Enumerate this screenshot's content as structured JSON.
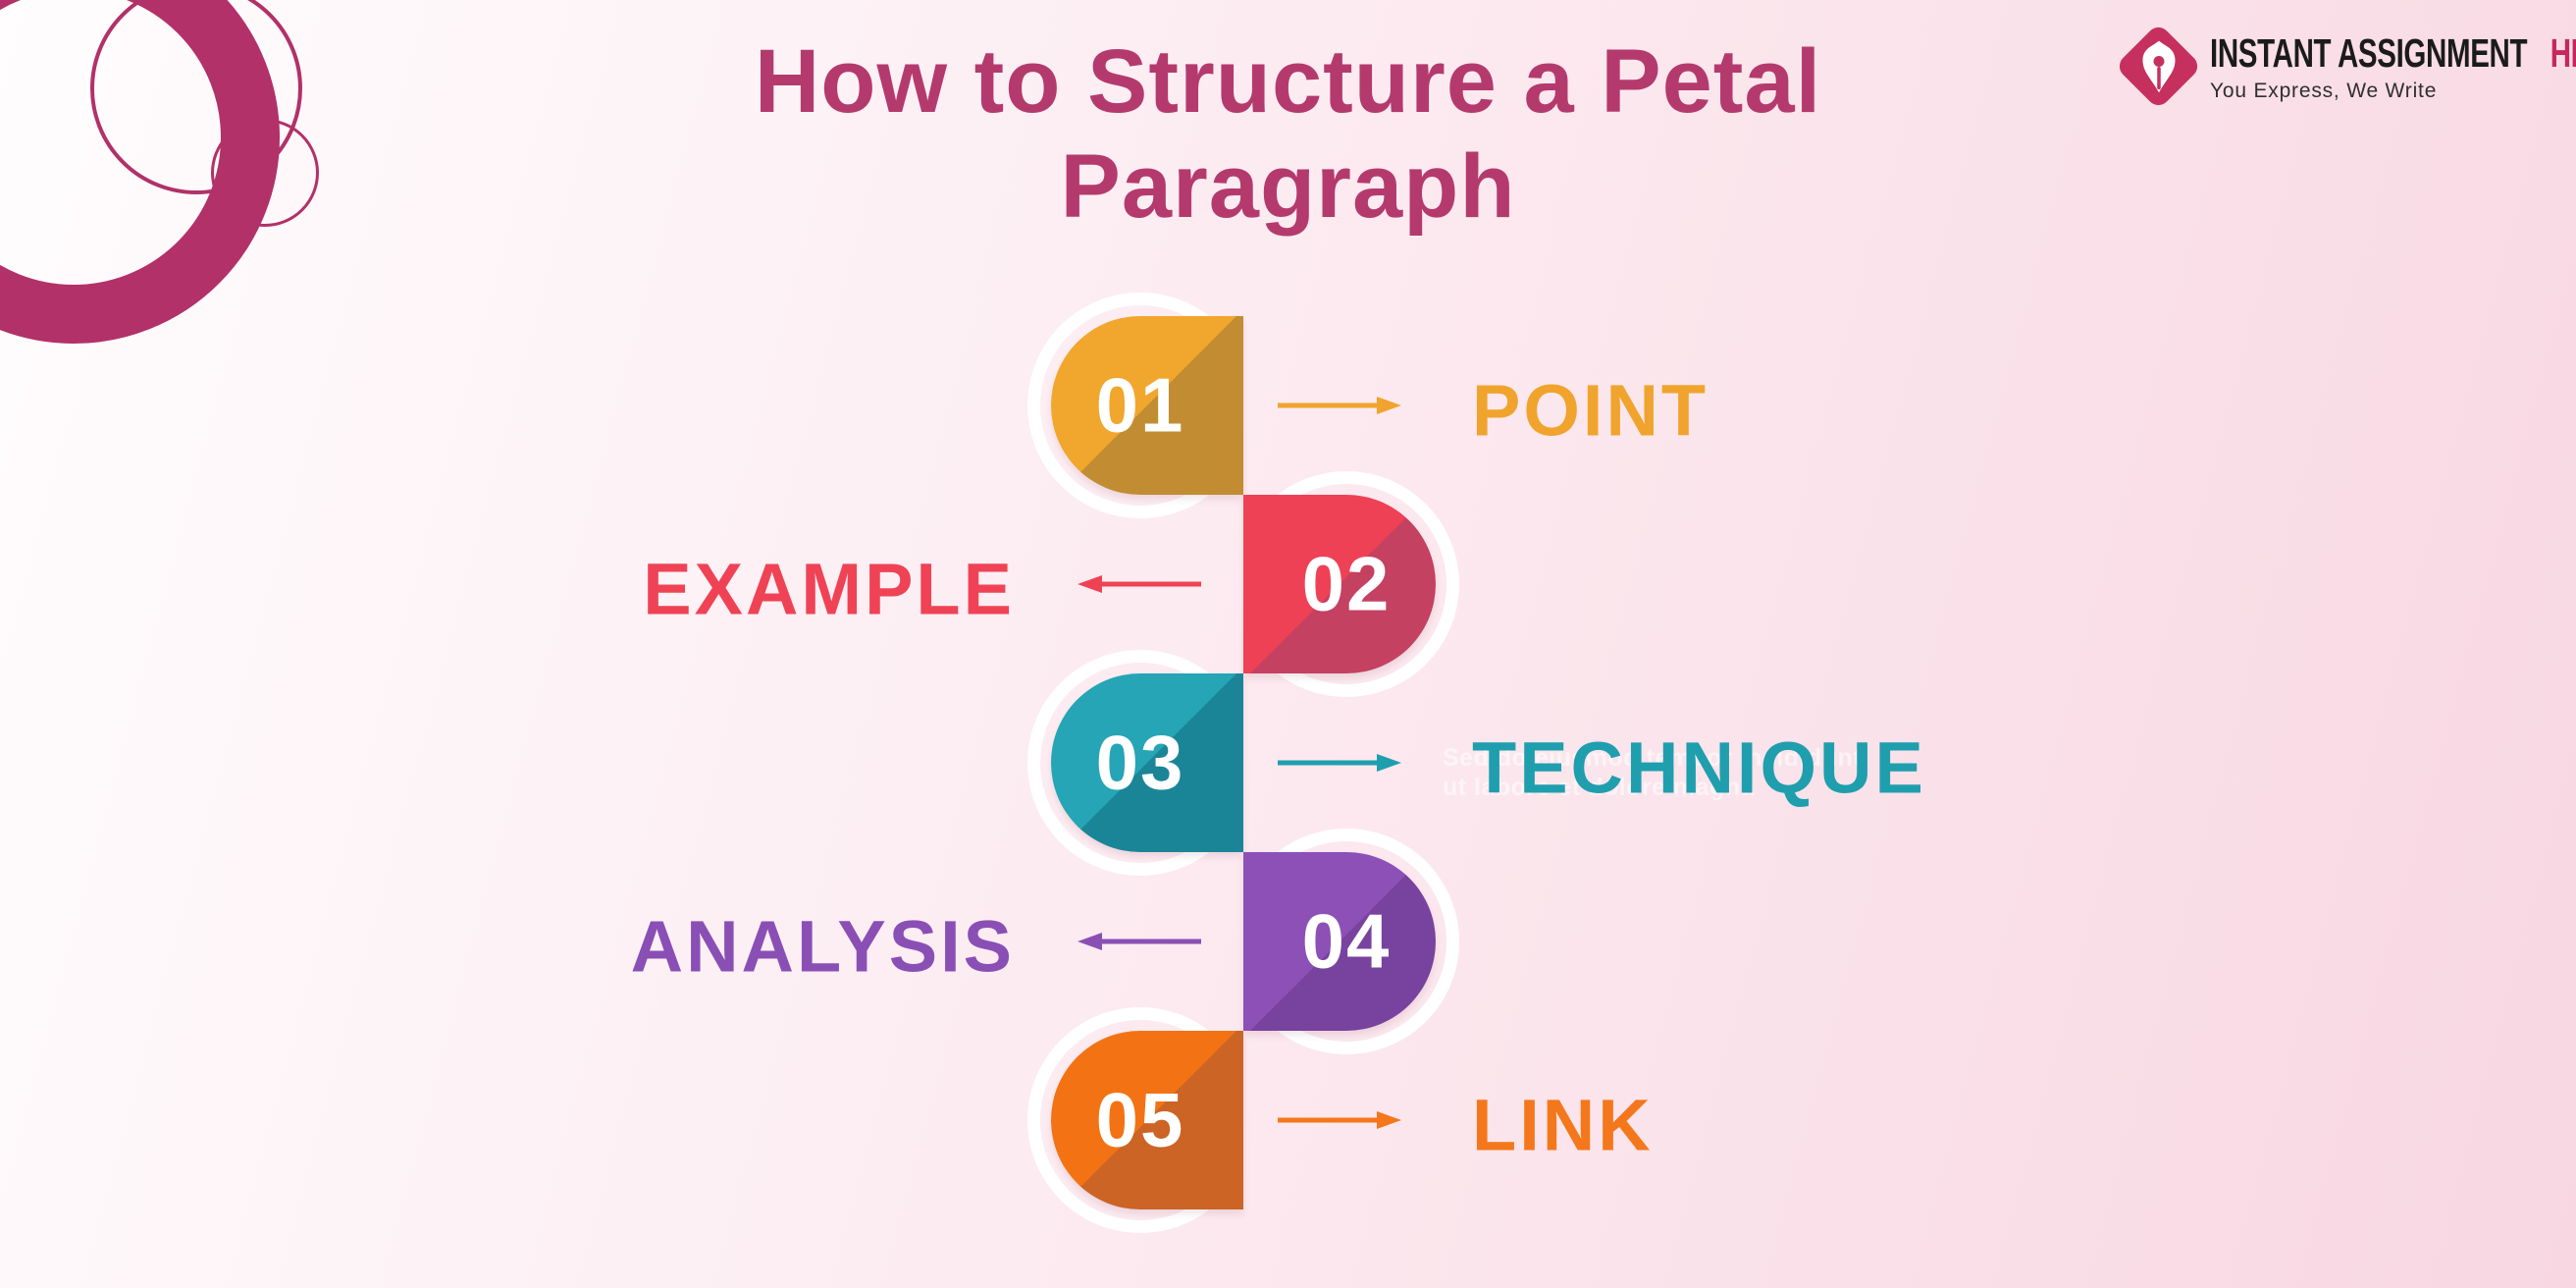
{
  "page": {
    "title_line1": "How to Structure a Petal",
    "title_line2": "Paragraph",
    "title_color": "#b43a6e"
  },
  "logo": {
    "brand_primary": "INSTANT ASSIGNMENT",
    "brand_accent": "HELP",
    "tagline": "You Express, We Write",
    "diamond_color": "#c5305f",
    "accent_color": "#c5275f",
    "icon": "pen-nib-icon"
  },
  "decor": {
    "ring_color": "#b23168"
  },
  "background": {
    "gradient_start": "#fffdfe",
    "gradient_end": "#f8d7e2"
  },
  "steps": [
    {
      "number": "01",
      "label": "POINT",
      "side": "left",
      "color_light": "#f1a62d",
      "color_dark": "#c28d32",
      "label_color": "#f0a42d"
    },
    {
      "number": "02",
      "label": "EXAMPLE",
      "side": "right",
      "color_light": "#ee4156",
      "color_dark": "#c44161",
      "label_color": "#ef4355"
    },
    {
      "number": "03",
      "label": "TECHNIQUE",
      "side": "left",
      "color_light": "#25a5b5",
      "color_dark": "#1b8598",
      "label_color": "#1f9eae"
    },
    {
      "number": "04",
      "label": "ANALYSIS",
      "side": "right",
      "color_light": "#8c50b6",
      "color_dark": "#78429f",
      "label_color": "#8a4fb5"
    },
    {
      "number": "05",
      "label": "LINK",
      "side": "left",
      "color_light": "#f37314",
      "color_dark": "#cb6425",
      "label_color": "#f5771b"
    }
  ],
  "watermark": {
    "line1": "Sed do eiusmod tempor incididunt",
    "line2": "ut labore et dolore magna"
  }
}
